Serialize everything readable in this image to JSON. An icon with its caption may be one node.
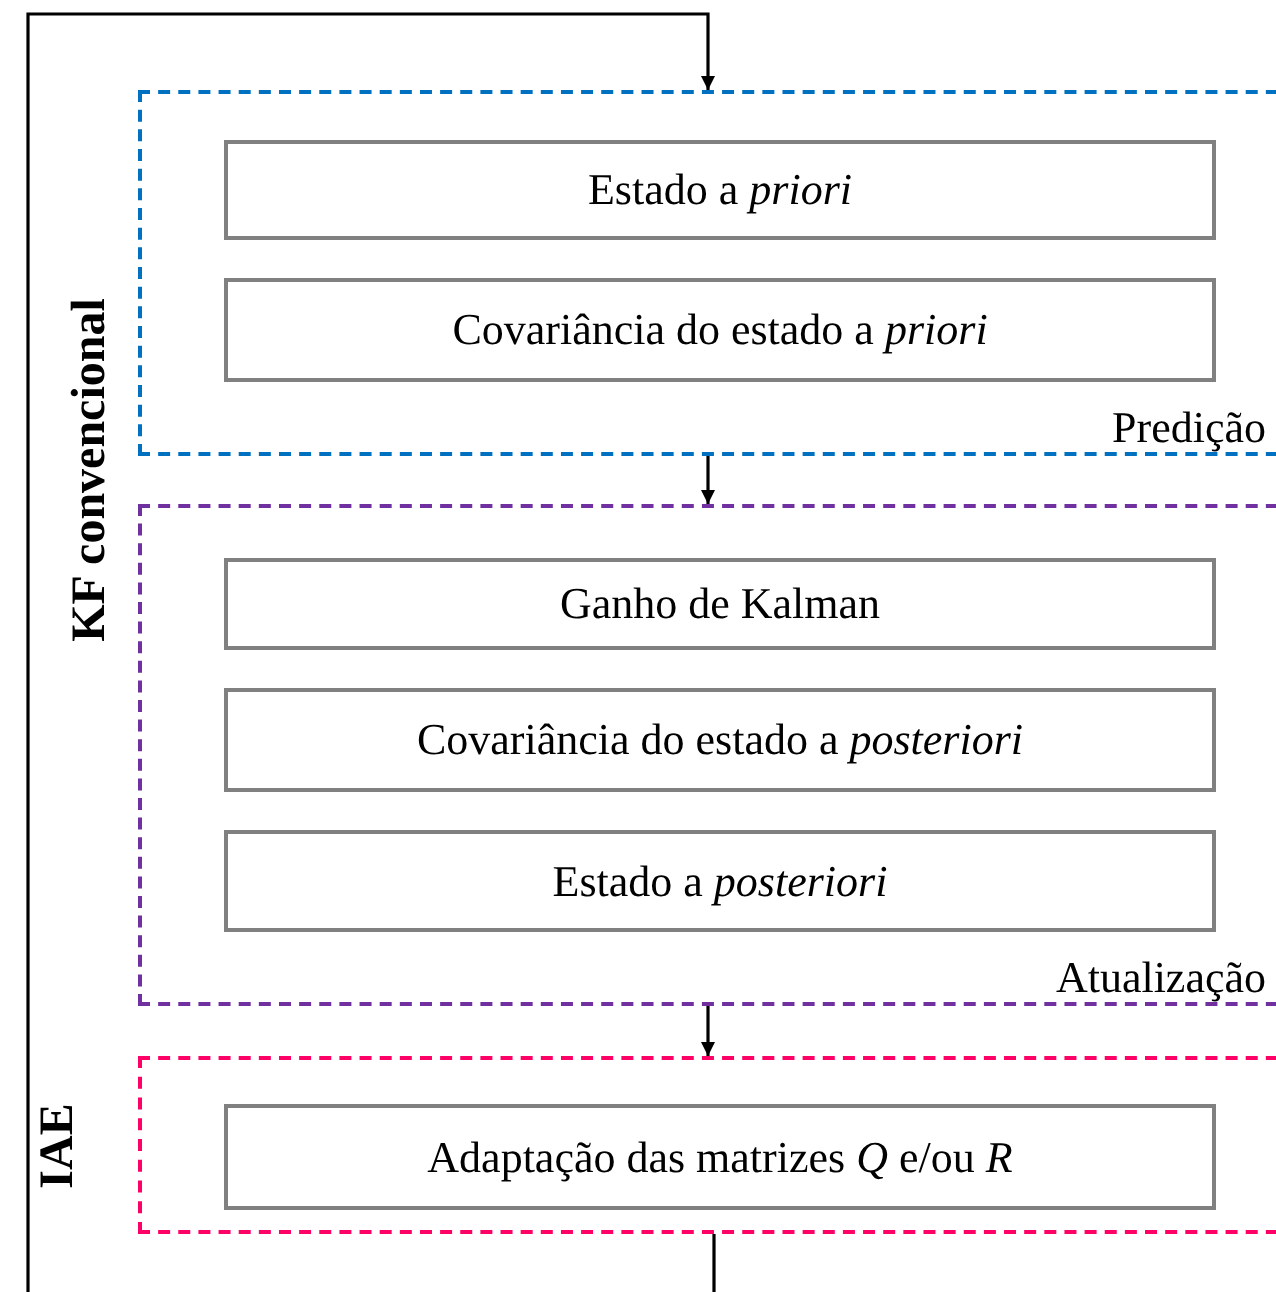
{
  "diagram": {
    "nodes": [
      {
        "text": [
          "Predição"
        ]
      },
      {
        "text": [
          "Estado a *priori*"
        ],
        "in": 0
      },
      {
        "text": [
          "Covariância do estado a *priori*"
        ],
        "in": 0
      },
      {
        "text": [
          "Atualização"
        ]
      },
      {
        "text": [
          "Ganho de Kalman"
        ],
        "in": 3
      },
      {
        "text": [
          "Covariância do estado a *posteriori*"
        ],
        "in": 3
      },
      {
        "text": [
          "Estado a *posteriori*"
        ],
        "in": 3
      },
      {
        "text": [
          "IAE"
        ]
      },
      {
        "text": [
          "Adaptação das matrizes *Q* e/ou *R*"
        ],
        "in": 7
      }
    ],
    "edges": [
      {
        "from": 7,
        "to": 0,
        "arrow": "to"
      },
      {
        "from": 0,
        "to": 3,
        "arrow": "to"
      },
      {
        "from": 3,
        "to": 7,
        "arrow": "to"
      }
    ],
    "labels": [
      "KF convencional"
    ]
  }
}
